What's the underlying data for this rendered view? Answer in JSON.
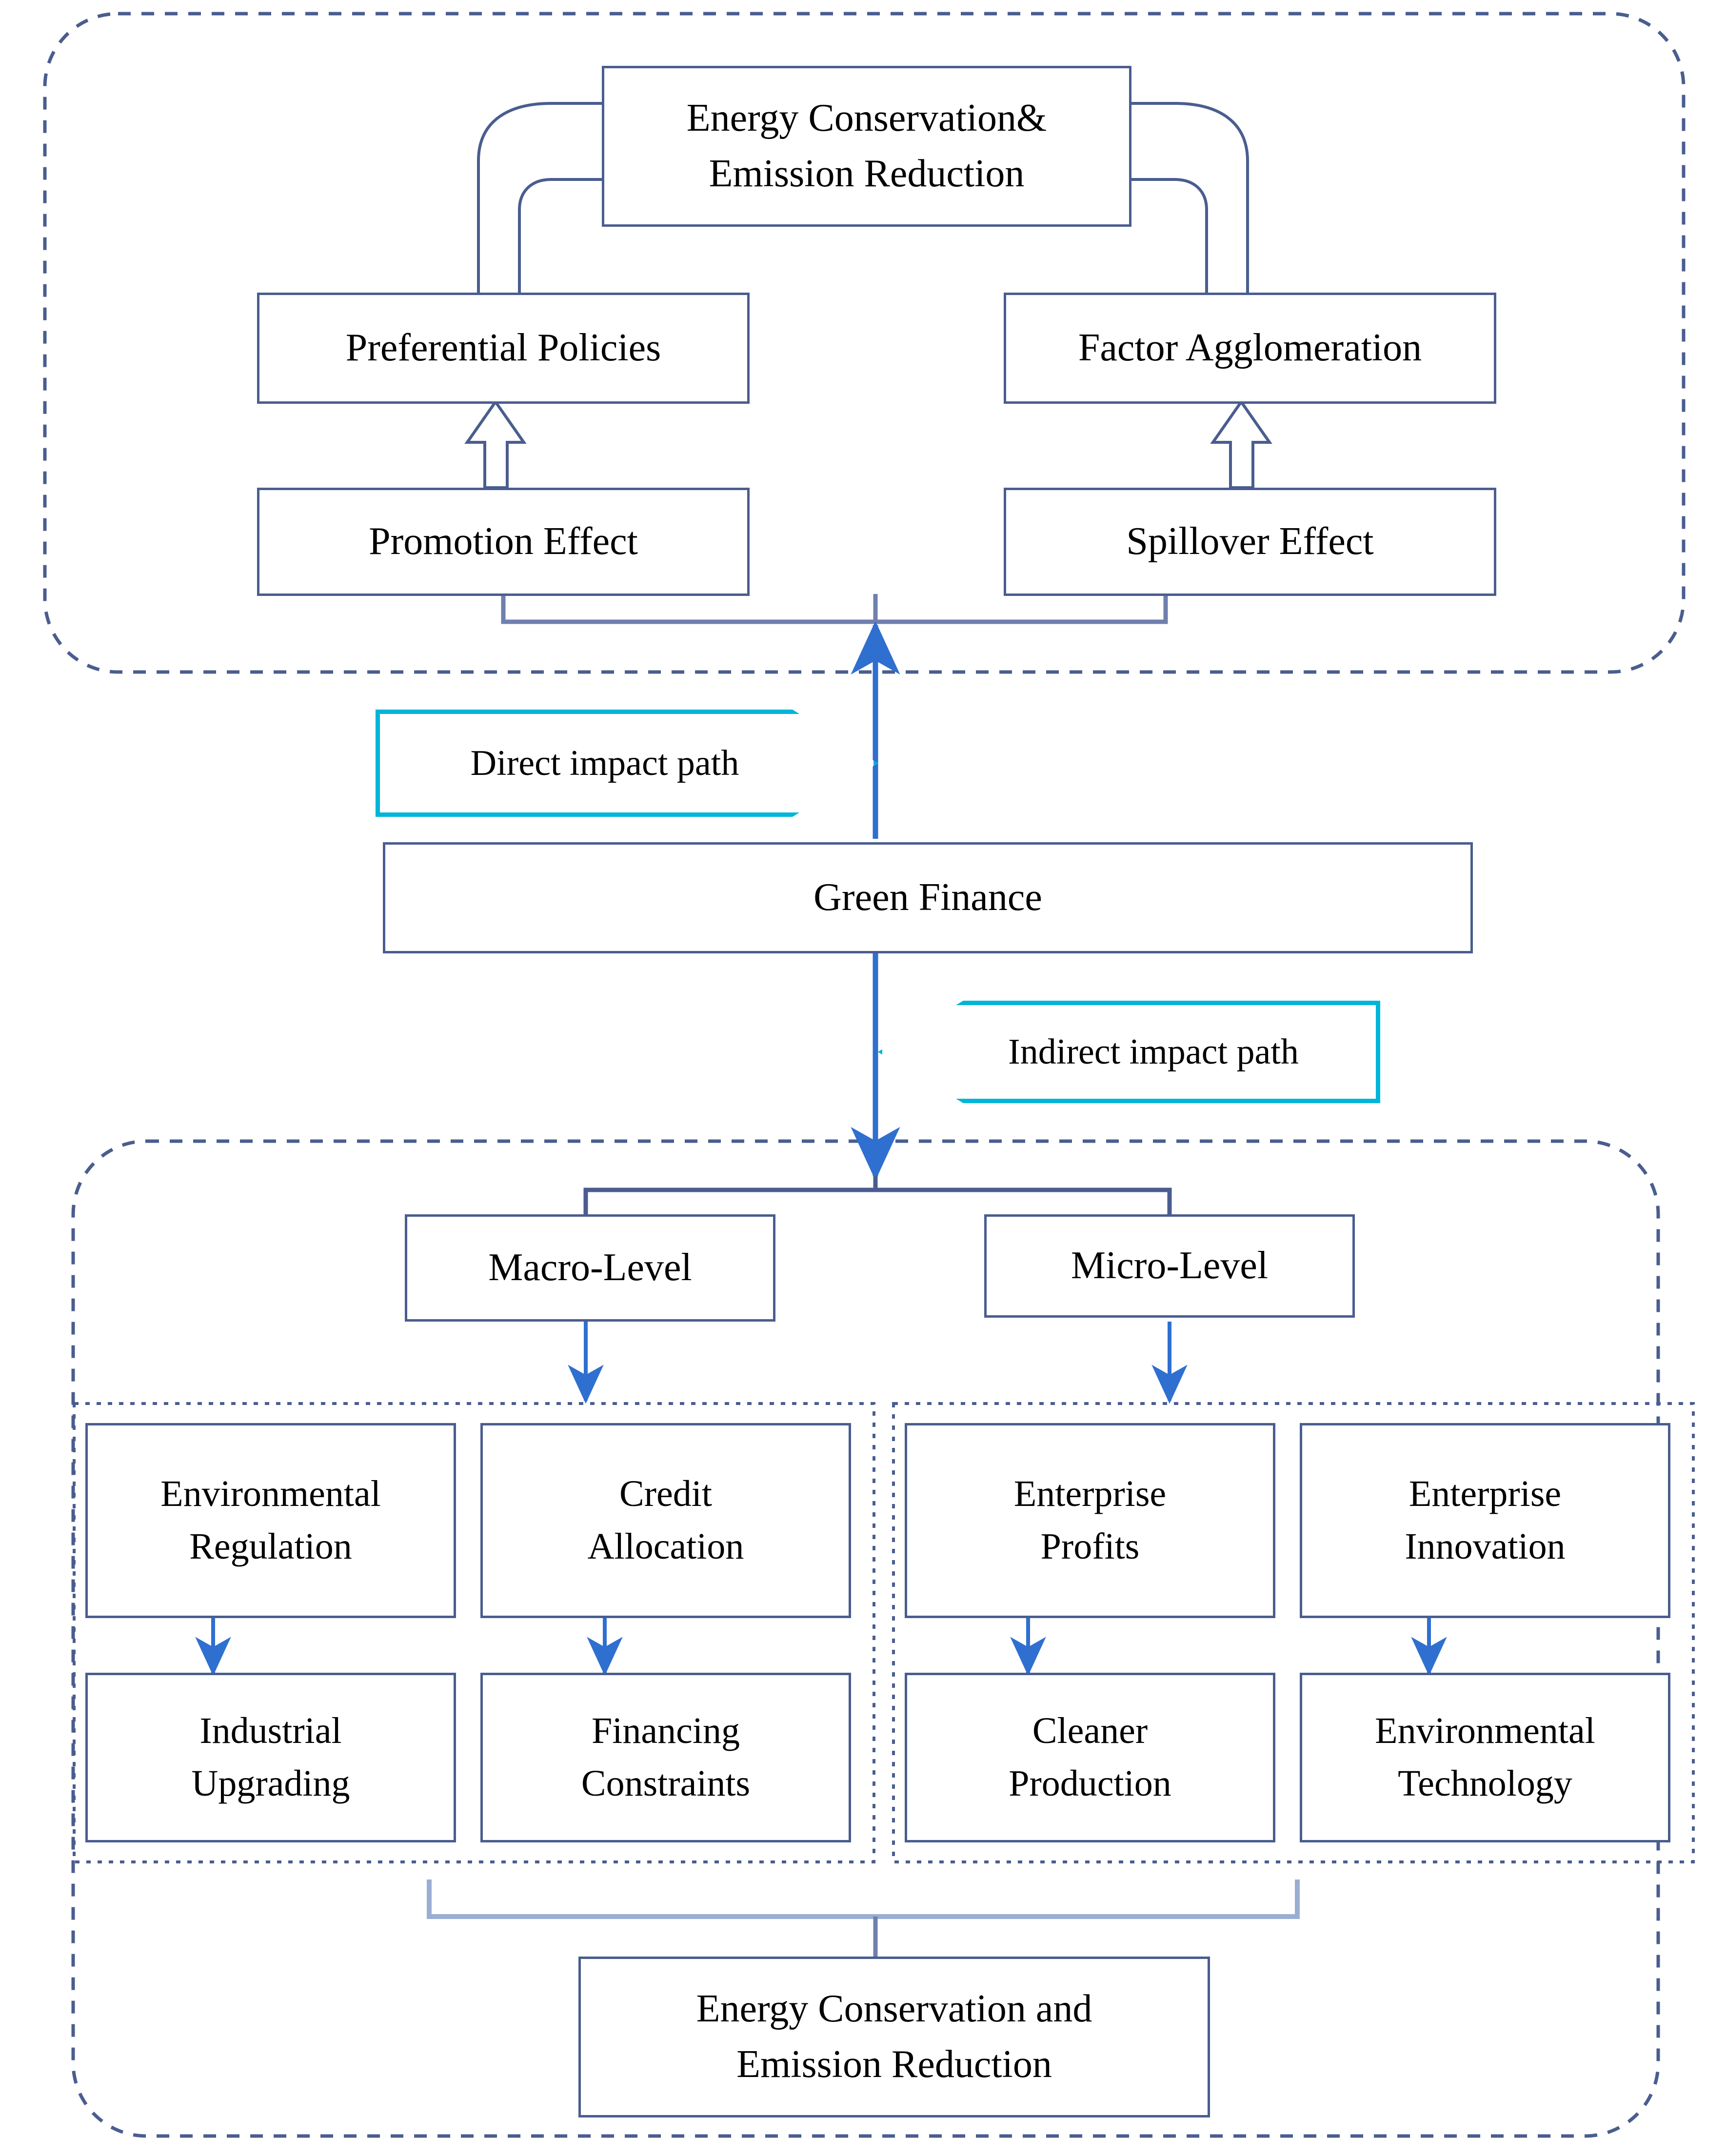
{
  "diagram": {
    "title": "Green Finance impact paths on Energy Conservation and Emission Reduction",
    "colors": {
      "box_border": "#4a5d8f",
      "arrow_blue": "#2f6fd0",
      "connector": "#6f7fae",
      "chevron_cyan": "#00b5d8",
      "dashed_group": "#4a5d8f",
      "text": "#000000",
      "background": "#ffffff"
    },
    "direct_panel": {
      "group_label": "direct-impact-group",
      "outcome": "Energy Conservation&\nEmission Reduction",
      "outcome_line1": "Energy Conservation&",
      "outcome_line2": "Emission Reduction",
      "left_mid": "Preferential Policies",
      "right_mid": "Factor Agglomeration",
      "left_bottom": "Promotion Effect",
      "right_bottom": "Spillover Effect"
    },
    "center": {
      "direct_path_label": "Direct impact  path",
      "core": "Green Finance",
      "indirect_path_label": "Indirect impact path"
    },
    "indirect_panel": {
      "group_label": "indirect-impact-group",
      "macro": "Macro-Level",
      "micro": "Micro-Level",
      "macro_boxes": [
        {
          "top": "Environmental\nRegulation",
          "top_l1": "Environmental",
          "top_l2": "Regulation",
          "bottom": "Industrial\nUpgrading",
          "bottom_l1": "Industrial",
          "bottom_l2": "Upgrading"
        },
        {
          "top": "Credit\nAllocation",
          "top_l1": "Credit",
          "top_l2": "Allocation",
          "bottom": "Financing\nConstraints",
          "bottom_l1": "Financing",
          "bottom_l2": "Constraints"
        }
      ],
      "micro_boxes": [
        {
          "top": "Enterprise\nProfits",
          "top_l1": "Enterprise",
          "top_l2": "Profits",
          "bottom": "Cleaner\nProduction",
          "bottom_l1": "Cleaner",
          "bottom_l2": "Production"
        },
        {
          "top": "Enterprise\nInnovation",
          "top_l1": "Enterprise",
          "top_l2": "Innovation",
          "bottom": "Environmental\nTechnology",
          "bottom_l1": "Environmental",
          "bottom_l2": "Technology"
        }
      ],
      "outcome_line1": "Energy Conservation and",
      "outcome_line2": "Emission Reduction"
    }
  }
}
